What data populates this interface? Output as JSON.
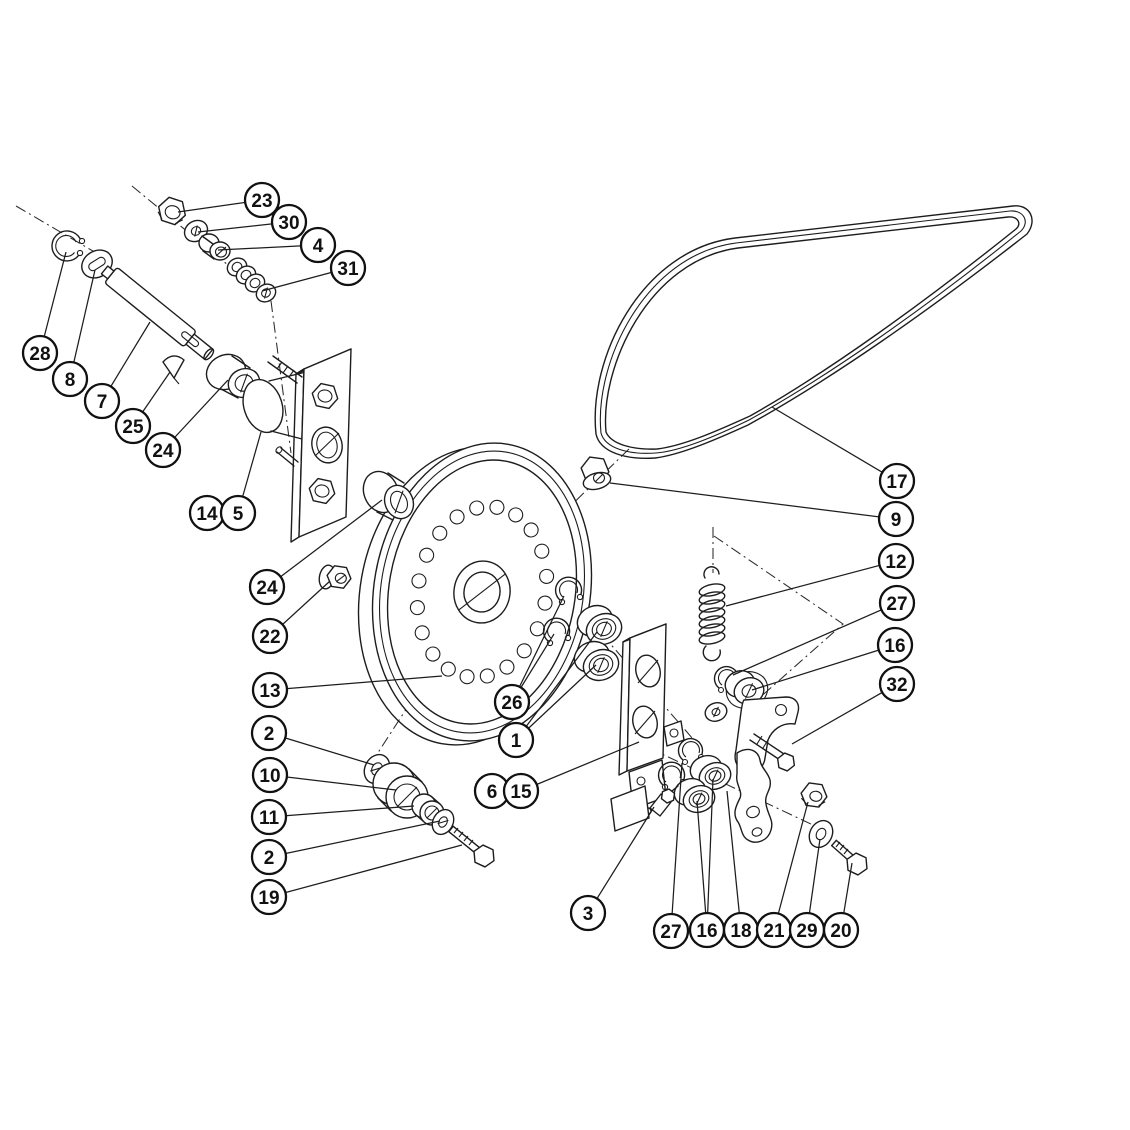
{
  "figure": {
    "kind": "exploded-parts-diagram",
    "colors": {
      "background": "#ffffff",
      "line": "#1d1d1d",
      "balloon_fill": "#ffffff",
      "balloon_stroke": "#111111"
    }
  },
  "balloons": [
    {
      "label": "23"
    },
    {
      "label": "30"
    },
    {
      "label": "4"
    },
    {
      "label": "31"
    },
    {
      "label": "28"
    },
    {
      "label": "8"
    },
    {
      "label": "7"
    },
    {
      "label": "25"
    },
    {
      "label": "24"
    },
    {
      "label": "14"
    },
    {
      "label": "5"
    },
    {
      "label": "24"
    },
    {
      "label": "22"
    },
    {
      "label": "13"
    },
    {
      "label": "2"
    },
    {
      "label": "10"
    },
    {
      "label": "11"
    },
    {
      "label": "2"
    },
    {
      "label": "19"
    },
    {
      "label": "26"
    },
    {
      "label": "1"
    },
    {
      "label": "6"
    },
    {
      "label": "15"
    },
    {
      "label": "3"
    },
    {
      "label": "27"
    },
    {
      "label": "16"
    },
    {
      "label": "18"
    },
    {
      "label": "21"
    },
    {
      "label": "29"
    },
    {
      "label": "20"
    },
    {
      "label": "17"
    },
    {
      "label": "9"
    },
    {
      "label": "12"
    },
    {
      "label": "27"
    },
    {
      "label": "16"
    },
    {
      "label": "32"
    }
  ]
}
